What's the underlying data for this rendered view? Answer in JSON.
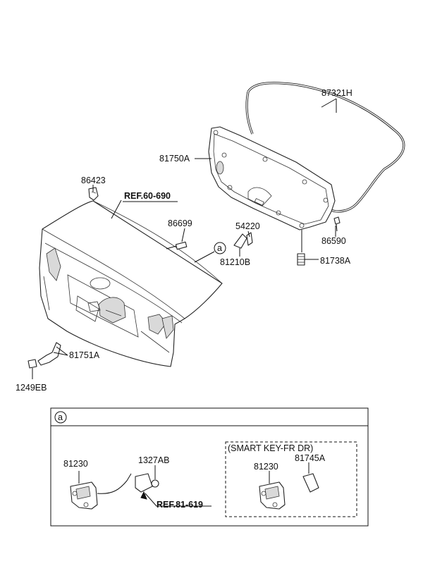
{
  "labels": {
    "p87321H": "87321H",
    "p81750A": "81750A",
    "p86423": "86423",
    "ref_60_690": "REF.60-690",
    "p86699": "86699",
    "p54220": "54220",
    "p86590": "86590",
    "p81210B": "81210B",
    "p81738A": "81738A",
    "p81751A": "81751A",
    "p1249EB": "1249EB",
    "circle_a": "a",
    "inset_a": "a",
    "p81230_left": "81230",
    "p1327AB": "1327AB",
    "ref_81_619": "REF.81-619",
    "smart_key_group": "(SMART KEY-FR DR)",
    "p81230_right": "81230",
    "p81745A": "81745A"
  }
}
